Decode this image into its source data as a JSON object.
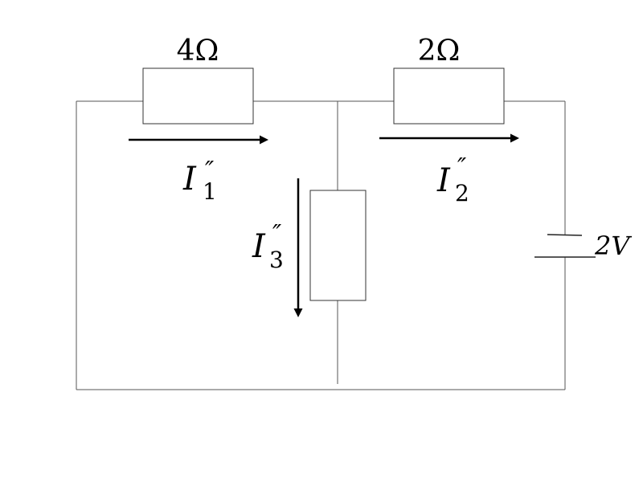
{
  "resistors": {
    "left": {
      "label": "4Ω"
    },
    "right": {
      "label": "2Ω"
    }
  },
  "currents": {
    "i1": {
      "symbol": "I",
      "subscript": "1",
      "prime": "″"
    },
    "i2": {
      "symbol": "I",
      "subscript": "2",
      "prime": "″"
    },
    "i3": {
      "symbol": "I",
      "subscript": "3",
      "prime": "″"
    }
  },
  "source": {
    "label": "2V"
  }
}
